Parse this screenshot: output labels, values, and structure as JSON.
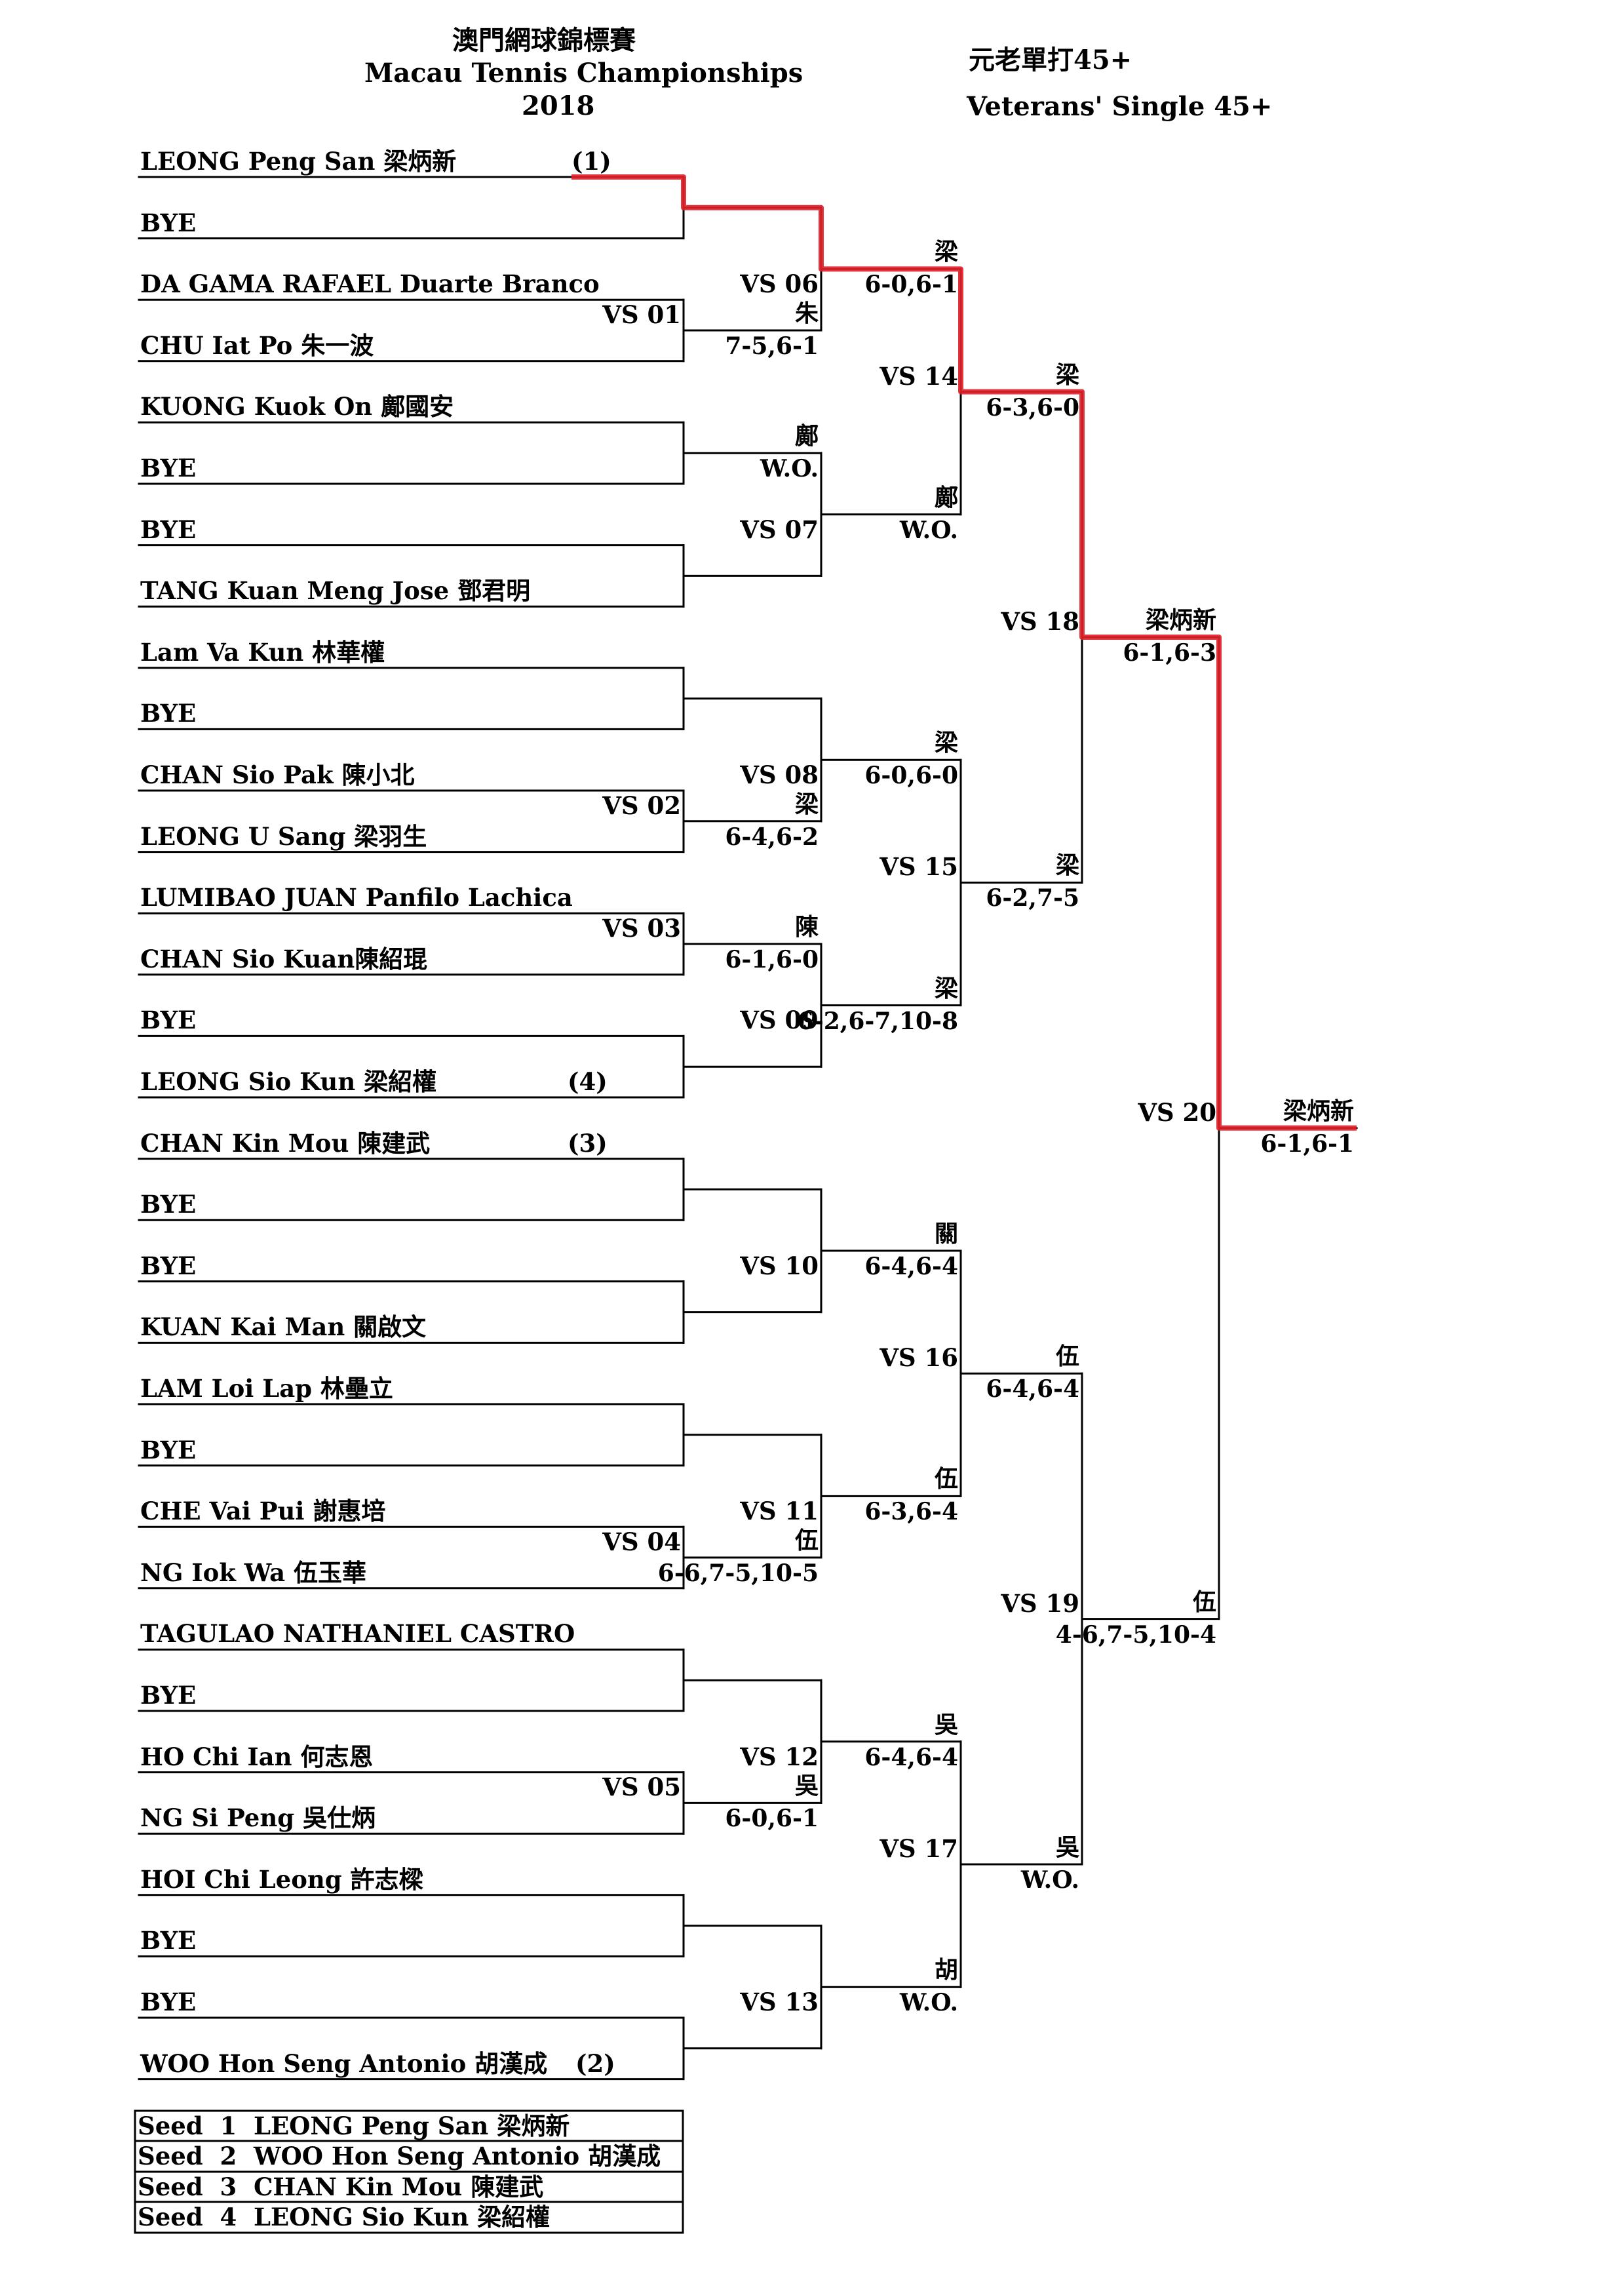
{
  "header": {
    "title_zh": "澳門網球錦標賽",
    "title_en": "Macau Tennis Championships",
    "year": "2018",
    "event_zh": "元老單打45+",
    "event_en": "Veterans' Single 45+"
  },
  "players": [
    {
      "name": "LEONG Peng San 梁炳新",
      "seed": "(1)"
    },
    {
      "name": "BYE"
    },
    {
      "name": "DA GAMA RAFAEL Duarte Branco"
    },
    {
      "name": "CHU Iat Po 朱一波"
    },
    {
      "name": "KUONG Kuok On 鄺國安"
    },
    {
      "name": "BYE"
    },
    {
      "name": "BYE"
    },
    {
      "name": "TANG Kuan Meng Jose 鄧君明"
    },
    {
      "name": "Lam Va Kun 林華權"
    },
    {
      "name": "BYE"
    },
    {
      "name": "CHAN Sio Pak 陳小北"
    },
    {
      "name": "LEONG U Sang 梁羽生"
    },
    {
      "name": "LUMIBAO JUAN Panfilo Lachica"
    },
    {
      "name": "CHAN Sio Kuan陳紹琨"
    },
    {
      "name": "BYE"
    },
    {
      "name": "LEONG Sio Kun 梁紹權",
      "seed": "(4)"
    },
    {
      "name": "CHAN Kin Mou 陳建武",
      "seed": "(3)"
    },
    {
      "name": "BYE"
    },
    {
      "name": "BYE"
    },
    {
      "name": "KUAN Kai Man 關啟文"
    },
    {
      "name": "LAM Loi Lap 林壘立"
    },
    {
      "name": "BYE"
    },
    {
      "name": "CHE Vai Pui 謝惠培"
    },
    {
      "name": "NG Iok Wa 伍玉華"
    },
    {
      "name": "TAGULAO NATHANIEL CASTRO"
    },
    {
      "name": "BYE"
    },
    {
      "name": "HO Chi Ian 何志恩"
    },
    {
      "name": "NG Si Peng 吳仕炳"
    },
    {
      "name": "HOI Chi Leong 許志樑"
    },
    {
      "name": "BYE"
    },
    {
      "name": "BYE"
    },
    {
      "name": "WOO Hon Seng Antonio 胡漢成",
      "seed": "(2)"
    }
  ],
  "matches": {
    "vs01": {
      "label": "VS 01",
      "winner": "朱",
      "score": "7-5,6-1"
    },
    "vs02": {
      "label": "VS 02",
      "winner": "梁",
      "score": "6-4,6-2"
    },
    "vs03": {
      "label": "VS 03",
      "winner": "陳",
      "score": "6-1,6-0"
    },
    "vs04": {
      "label": "VS 04",
      "winner": "伍",
      "score": "6-6,7-5,10-5"
    },
    "vs05": {
      "label": "VS 05",
      "winner": "吳",
      "score": "6-0,6-1"
    },
    "r2_3": {
      "winner": "鄺",
      "score": "W.O."
    },
    "vs06": {
      "label": "VS 06",
      "winner": "梁",
      "score": "6-0,6-1"
    },
    "vs07": {
      "label": "VS 07",
      "winner": "鄺",
      "score": "W.O."
    },
    "vs08": {
      "label": "VS 08",
      "winner": "梁",
      "score": "6-0,6-0"
    },
    "vs09": {
      "label": "VS 09",
      "winner": "梁",
      "score": "6-2,6-7,10-8"
    },
    "vs10": {
      "label": "VS 10",
      "winner": "關",
      "score": "6-4,6-4"
    },
    "vs11": {
      "label": "VS 11",
      "winner": "伍",
      "score": "6-3,6-4"
    },
    "vs12": {
      "label": "VS 12",
      "winner": "吳",
      "score": "6-4,6-4"
    },
    "vs13": {
      "label": "VS 13",
      "winner": "胡",
      "score": "W.O."
    },
    "vs14": {
      "label": "VS 14",
      "winner": "梁",
      "score": "6-3,6-0"
    },
    "vs15": {
      "label": "VS 15",
      "winner": "梁",
      "score": "6-2,7-5"
    },
    "vs16": {
      "label": "VS 16",
      "winner": "伍",
      "score": "6-4,6-4"
    },
    "vs17": {
      "label": "VS 17",
      "winner": "吳",
      "score": "W.O."
    },
    "vs18": {
      "label": "VS 18",
      "winner": "梁炳新",
      "score": "6-1,6-3"
    },
    "vs19": {
      "label": "VS 19",
      "winner": "伍",
      "score": "4-6,7-5,10-4"
    },
    "vs20": {
      "label": "VS 20",
      "winner": "梁炳新",
      "score": "6-1,6-1"
    }
  },
  "seeds": [
    {
      "label": "Seed",
      "num": "1",
      "name": "LEONG Peng San 梁炳新"
    },
    {
      "label": "Seed",
      "num": "2",
      "name": "WOO Hon Seng Antonio 胡漢成"
    },
    {
      "label": "Seed",
      "num": "3",
      "name": "CHAN Kin Mou 陳建武"
    },
    {
      "label": "Seed",
      "num": "4",
      "name": "LEONG Sio Kun 梁紹權"
    }
  ],
  "colors": {
    "ink": "#000000",
    "highlight": "#e0202a"
  }
}
